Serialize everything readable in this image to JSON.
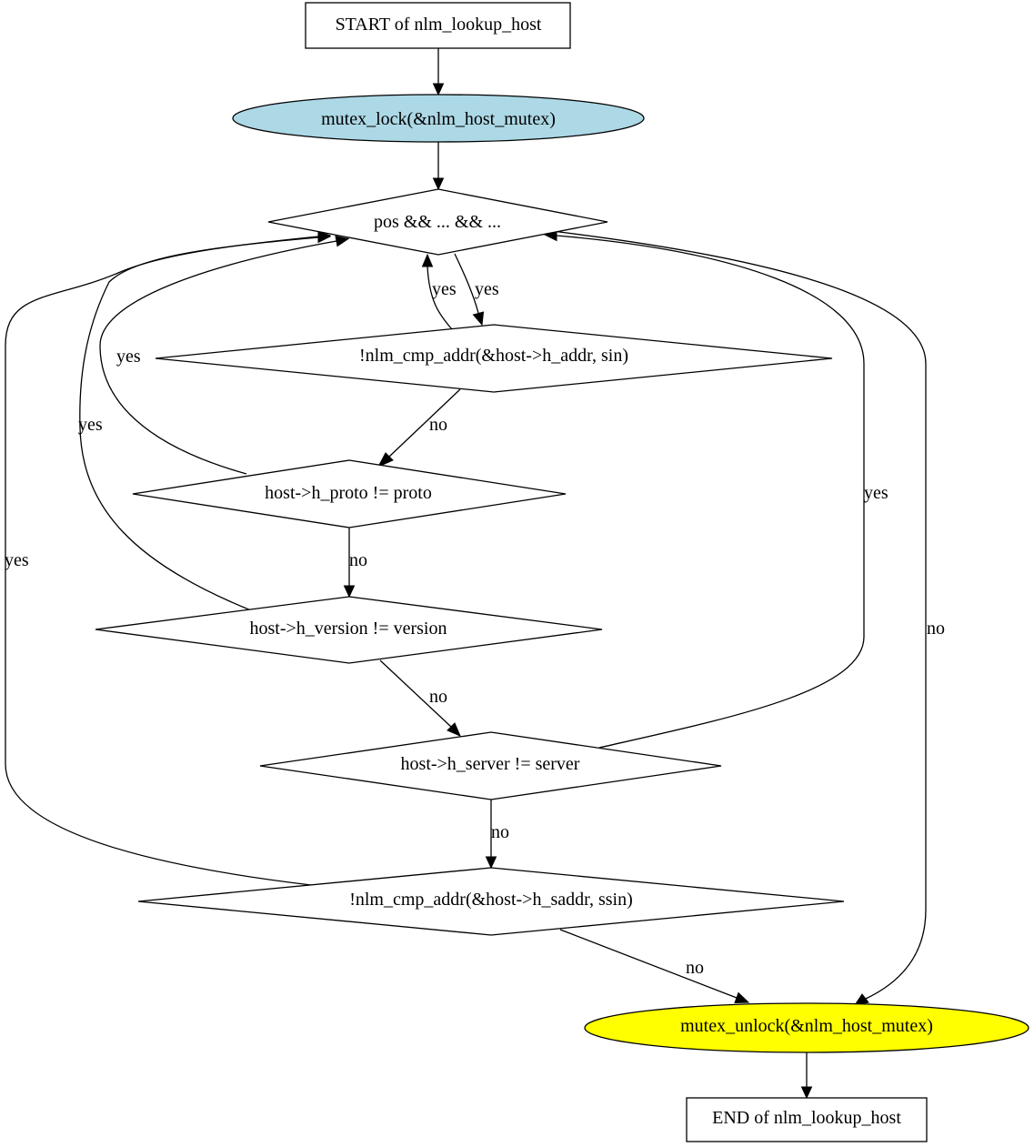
{
  "nodes": {
    "start": {
      "label": "START of nlm_lookup_host"
    },
    "lock": {
      "label": "mutex_lock(&nlm_host_mutex)",
      "fill": "#add8e6"
    },
    "loop": {
      "label": "pos && ... && ..."
    },
    "cmp_addr": {
      "label": "!nlm_cmp_addr(&host->h_addr, sin)"
    },
    "proto": {
      "label": "host->h_proto != proto"
    },
    "version": {
      "label": "host->h_version != version"
    },
    "server": {
      "label": "host->h_server != server"
    },
    "cmp_saddr": {
      "label": "!nlm_cmp_addr(&host->h_saddr, ssin)"
    },
    "unlock": {
      "label": "mutex_unlock(&nlm_host_mutex)",
      "fill": "#ffff00"
    },
    "end": {
      "label": "END of nlm_lookup_host"
    }
  },
  "edges": {
    "loop_to_cmp_addr": "yes",
    "cmp_addr_to_loop": "yes",
    "cmp_addr_to_proto": "no",
    "proto_to_loop": "yes",
    "proto_to_version": "no",
    "version_to_loop": "yes",
    "version_to_server": "no",
    "server_to_loop": "yes",
    "server_to_cmp_saddr": "no",
    "cmp_saddr_to_loop": "yes",
    "cmp_saddr_to_unlock": "no",
    "loop_to_unlock": "no"
  }
}
